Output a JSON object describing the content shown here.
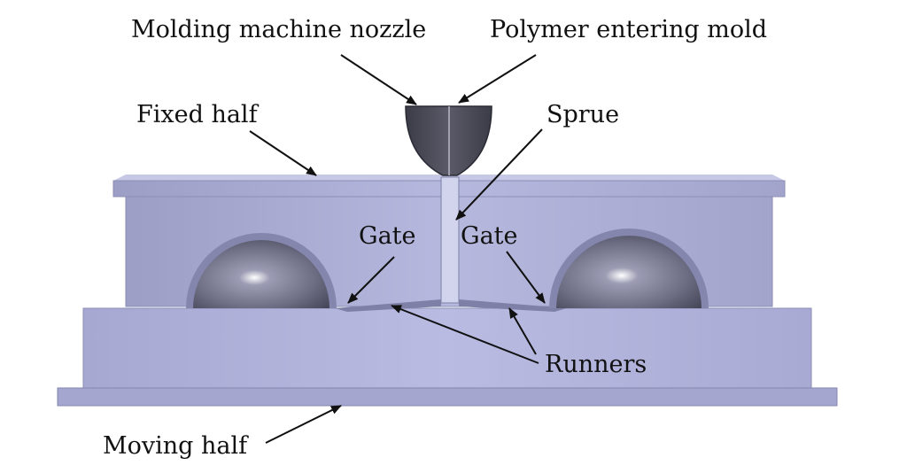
{
  "labels": {
    "nozzle": "Molding machine nozzle",
    "polymer": "Polymer entering mold",
    "fixed_half": "Fixed half",
    "sprue": "Sprue",
    "gate_left": "Gate",
    "gate_right": "Gate",
    "runners": "Runners",
    "moving_half": "Moving half"
  },
  "colors": {
    "mold_face": "#a9abd0",
    "mold_dark": "#8c8eb6",
    "mold_light": "#c6c8e6",
    "nozzle": "#4a4a56",
    "arrow": "#111111"
  }
}
